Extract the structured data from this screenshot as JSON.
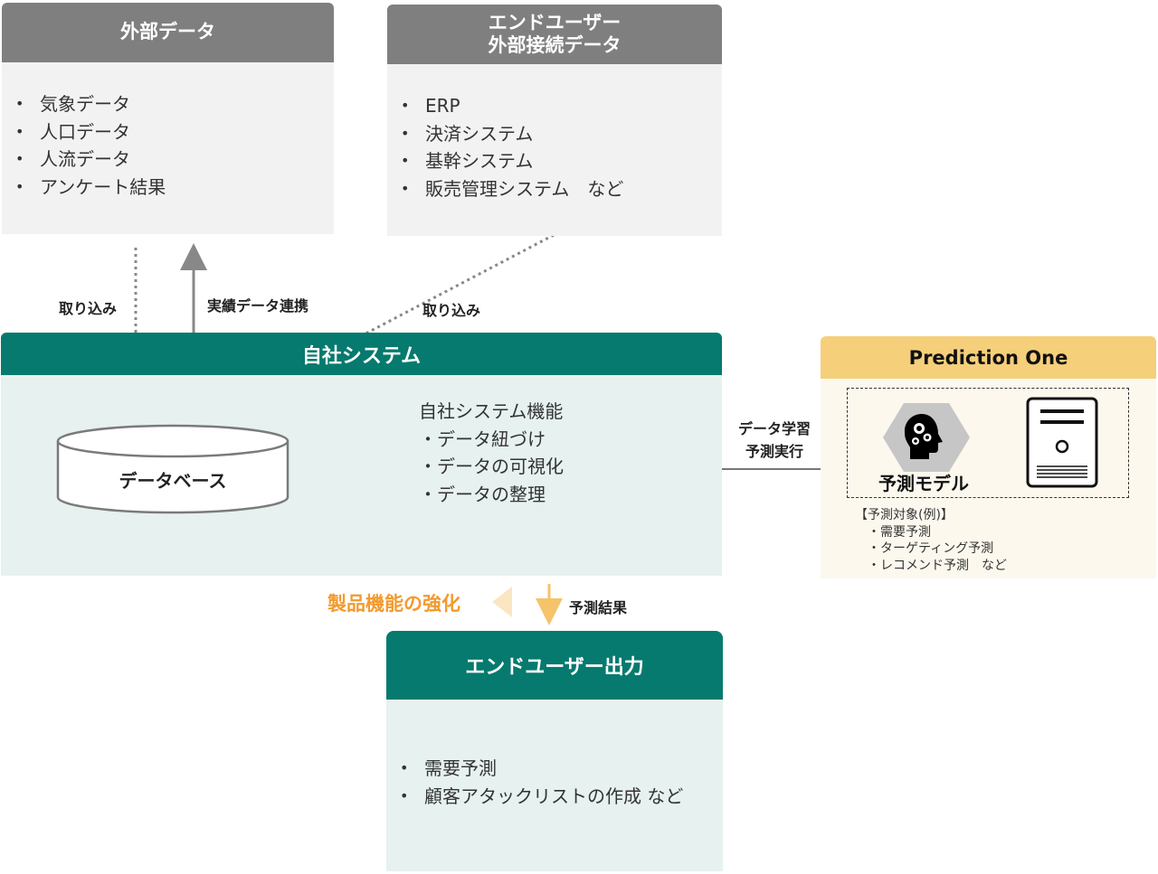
{
  "external_data": {
    "title": "外部データ",
    "items": [
      "気象データ",
      "人口データ",
      "人流データ",
      "アンケート結果"
    ]
  },
  "enduser_external": {
    "title_line1": "エンドユーザー",
    "title_line2": "外部接続データ",
    "items": [
      "ERP",
      "決済システム",
      "基幹システム",
      "販売管理システム　など"
    ]
  },
  "arrows": {
    "ingest_left": "取り込み",
    "actual_sync": "実績データ連携",
    "ingest_right": "取り込み",
    "learn_line1": "データ学習",
    "learn_line2": "予測実行",
    "prediction_result": "予測結果"
  },
  "own_system": {
    "title": "自社システム",
    "database": "データベース",
    "functions_title": "自社システム機能",
    "functions": [
      "・データ紐づけ",
      "・データの可視化",
      "・データの整理"
    ]
  },
  "prediction_one": {
    "title": "Prediction One",
    "model_label": "予測モデル",
    "targets_title": "【予測対象(例)】",
    "targets": [
      "・需要予測",
      "・ターゲティング予測",
      "・レコメンド予測　など"
    ]
  },
  "enhancement": "製品機能の強化",
  "enduser_output": {
    "title": "エンドユーザー出力",
    "items": [
      "需要予測",
      "顧客アタックリストの作成 など"
    ]
  },
  "colors": {
    "gray_header": "#7f7f7f",
    "teal": "#067a6e",
    "light_teal": "#e6f1f0",
    "gold": "#f5cf7a",
    "orange": "#f39a2e"
  }
}
